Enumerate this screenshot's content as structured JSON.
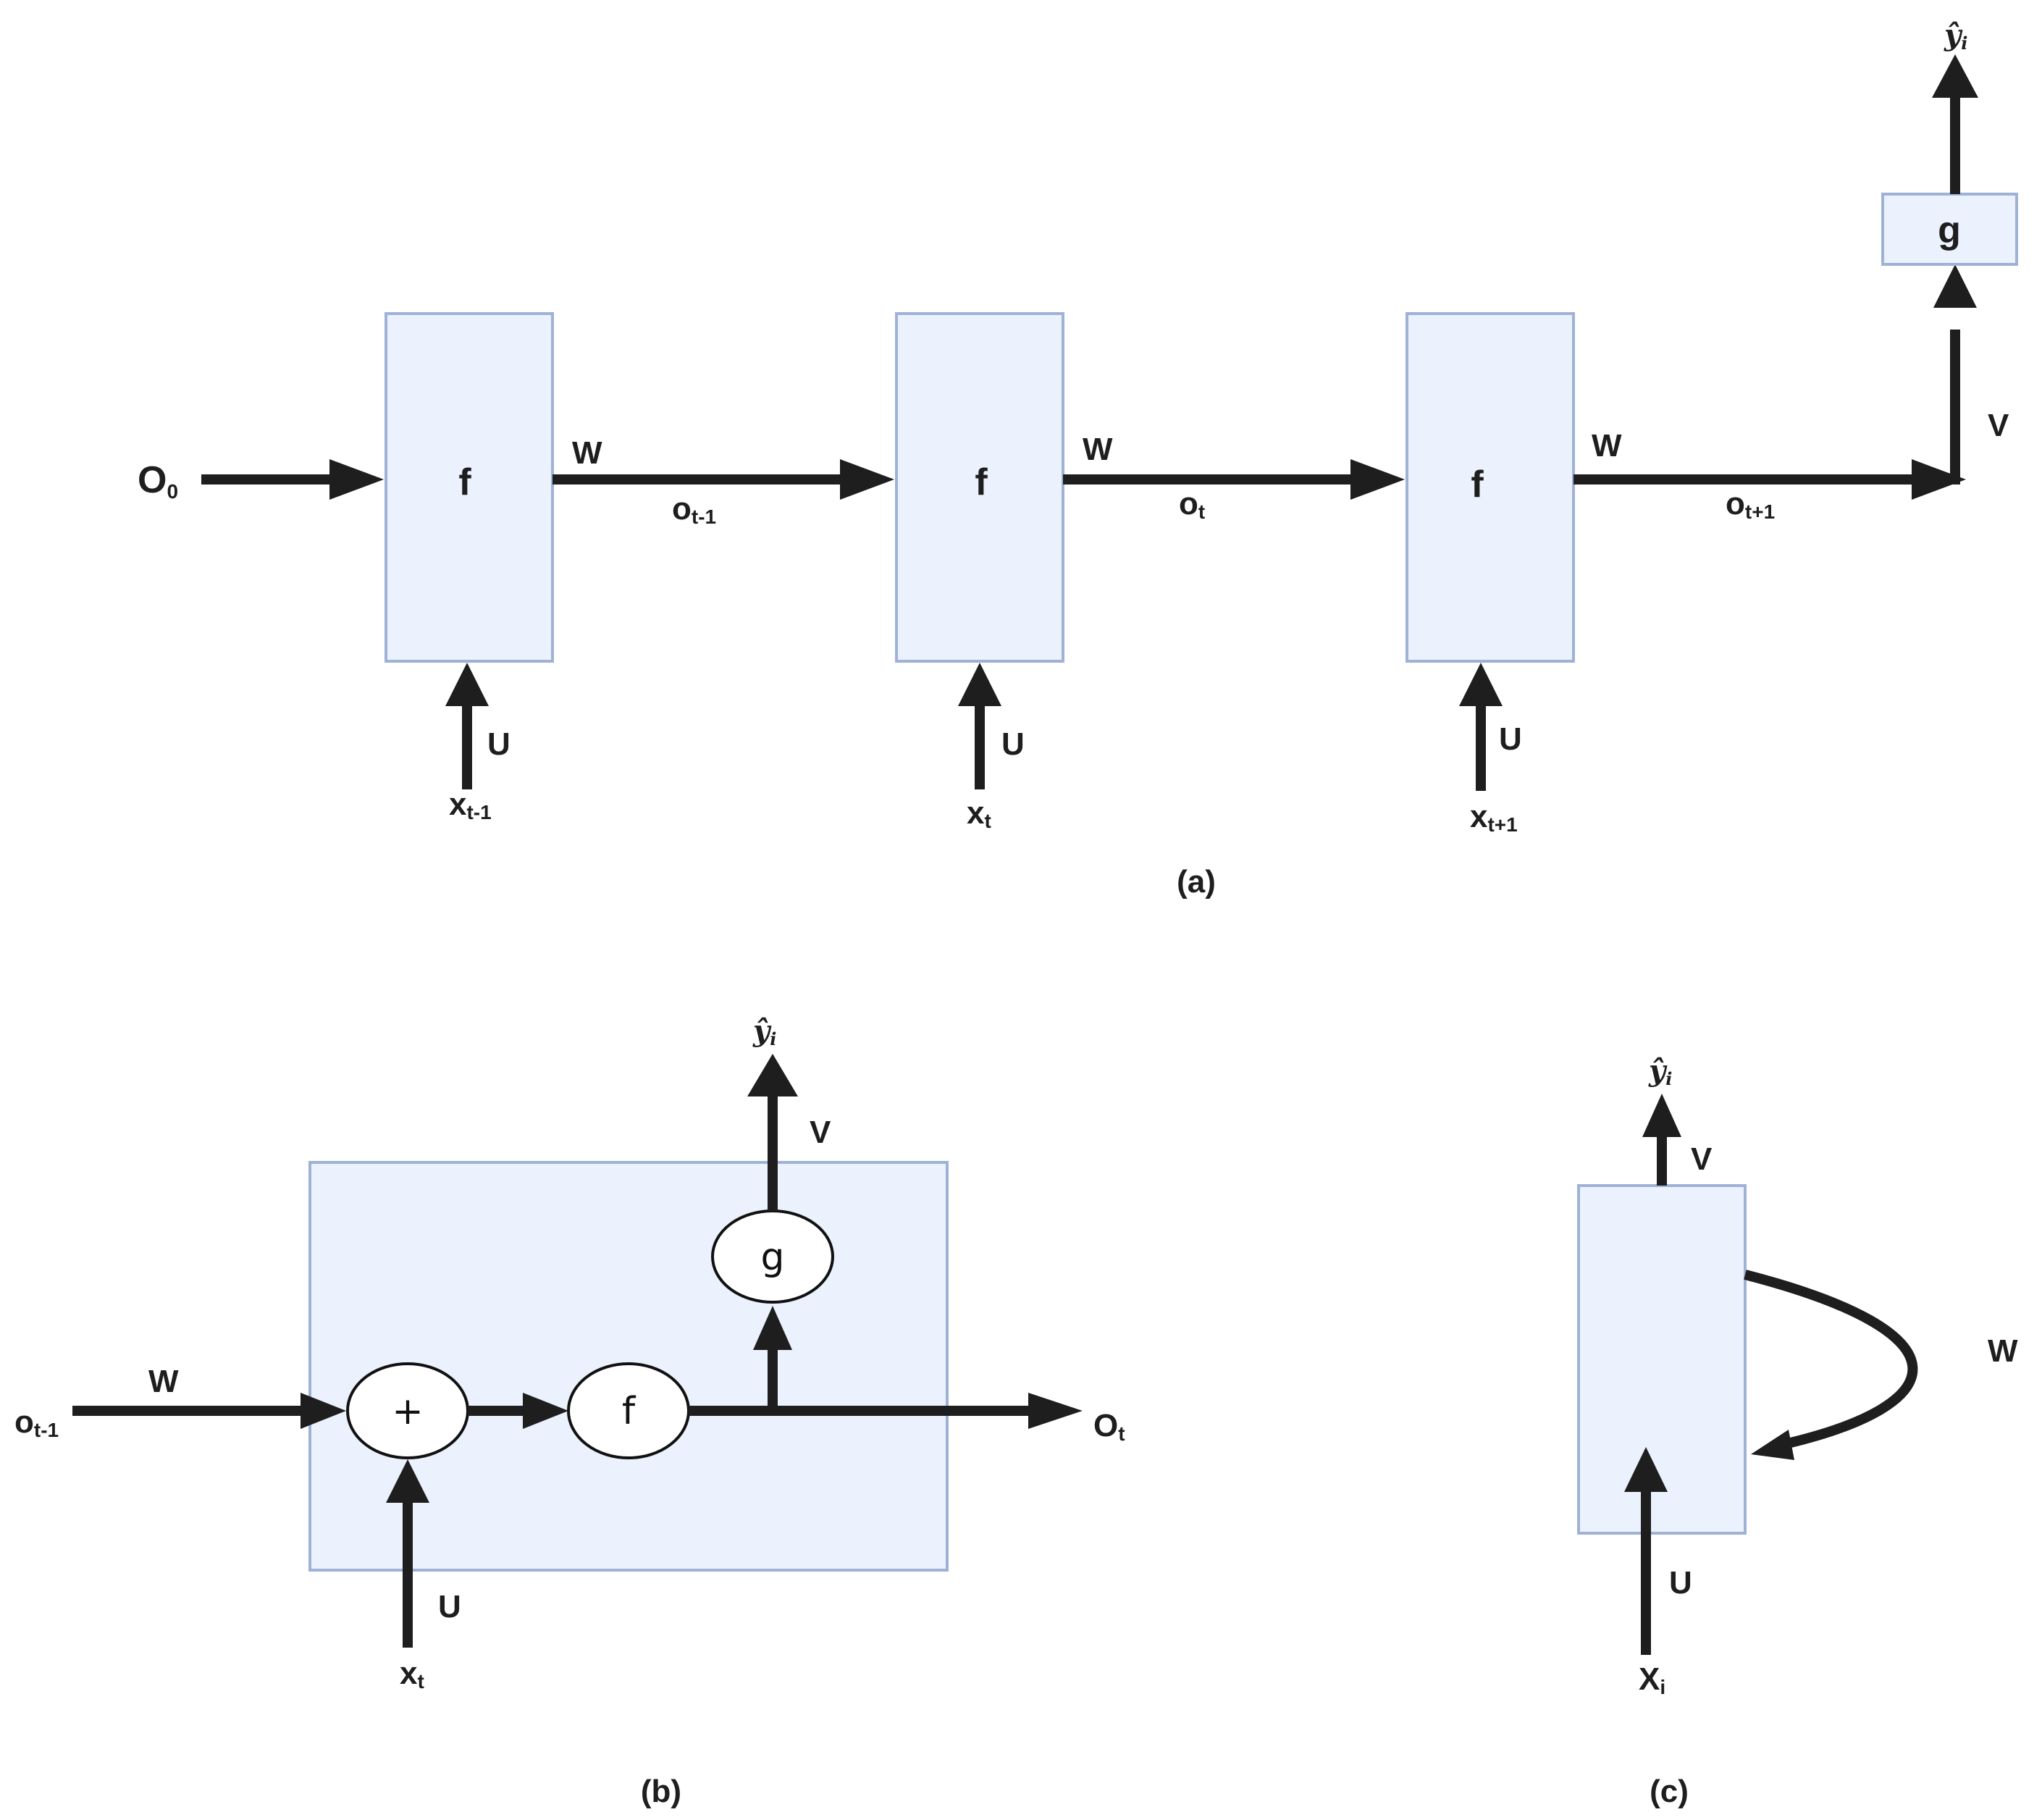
{
  "panel_a": {
    "cells": [
      {
        "label": "f",
        "recurrent_weight": "W",
        "input_weight": "U",
        "input": "x",
        "input_sub": "t-1",
        "output": "o",
        "output_sub": "t-1"
      },
      {
        "label": "f",
        "recurrent_weight": "W",
        "input_weight": "U",
        "input": "x",
        "input_sub": "t",
        "output": "o",
        "output_sub": "t"
      },
      {
        "label": "f",
        "recurrent_weight": "W",
        "input_weight": "U",
        "input": "x",
        "input_sub": "t+1",
        "output": "o",
        "output_sub": "t+1"
      }
    ],
    "initial_state": "O",
    "initial_state_sub": "0",
    "output_function": "g",
    "output_weight": "V",
    "prediction": "ŷ",
    "prediction_sub": "i",
    "caption": "(a)"
  },
  "panel_b": {
    "prev_state": "o",
    "prev_state_sub": "t-1",
    "recurrent_weight": "W",
    "sum_node": "+",
    "activation_node": "f",
    "output_node": "g",
    "output_weight": "V",
    "prediction": "ŷ",
    "prediction_sub": "i",
    "next_state": "O",
    "next_state_sub": "t",
    "input": "x",
    "input_sub": "t",
    "input_weight": "U",
    "caption": "(b)"
  },
  "panel_c": {
    "prediction": "ŷ",
    "prediction_sub": "i",
    "output_weight": "V",
    "recurrent_weight": "W",
    "input_weight": "U",
    "input": "X",
    "input_sub": "i",
    "caption": "(c)"
  },
  "colors": {
    "box_fill": "#ebf2fd",
    "box_stroke": "#9fb2d6",
    "arrow": "#1e1e1e"
  }
}
